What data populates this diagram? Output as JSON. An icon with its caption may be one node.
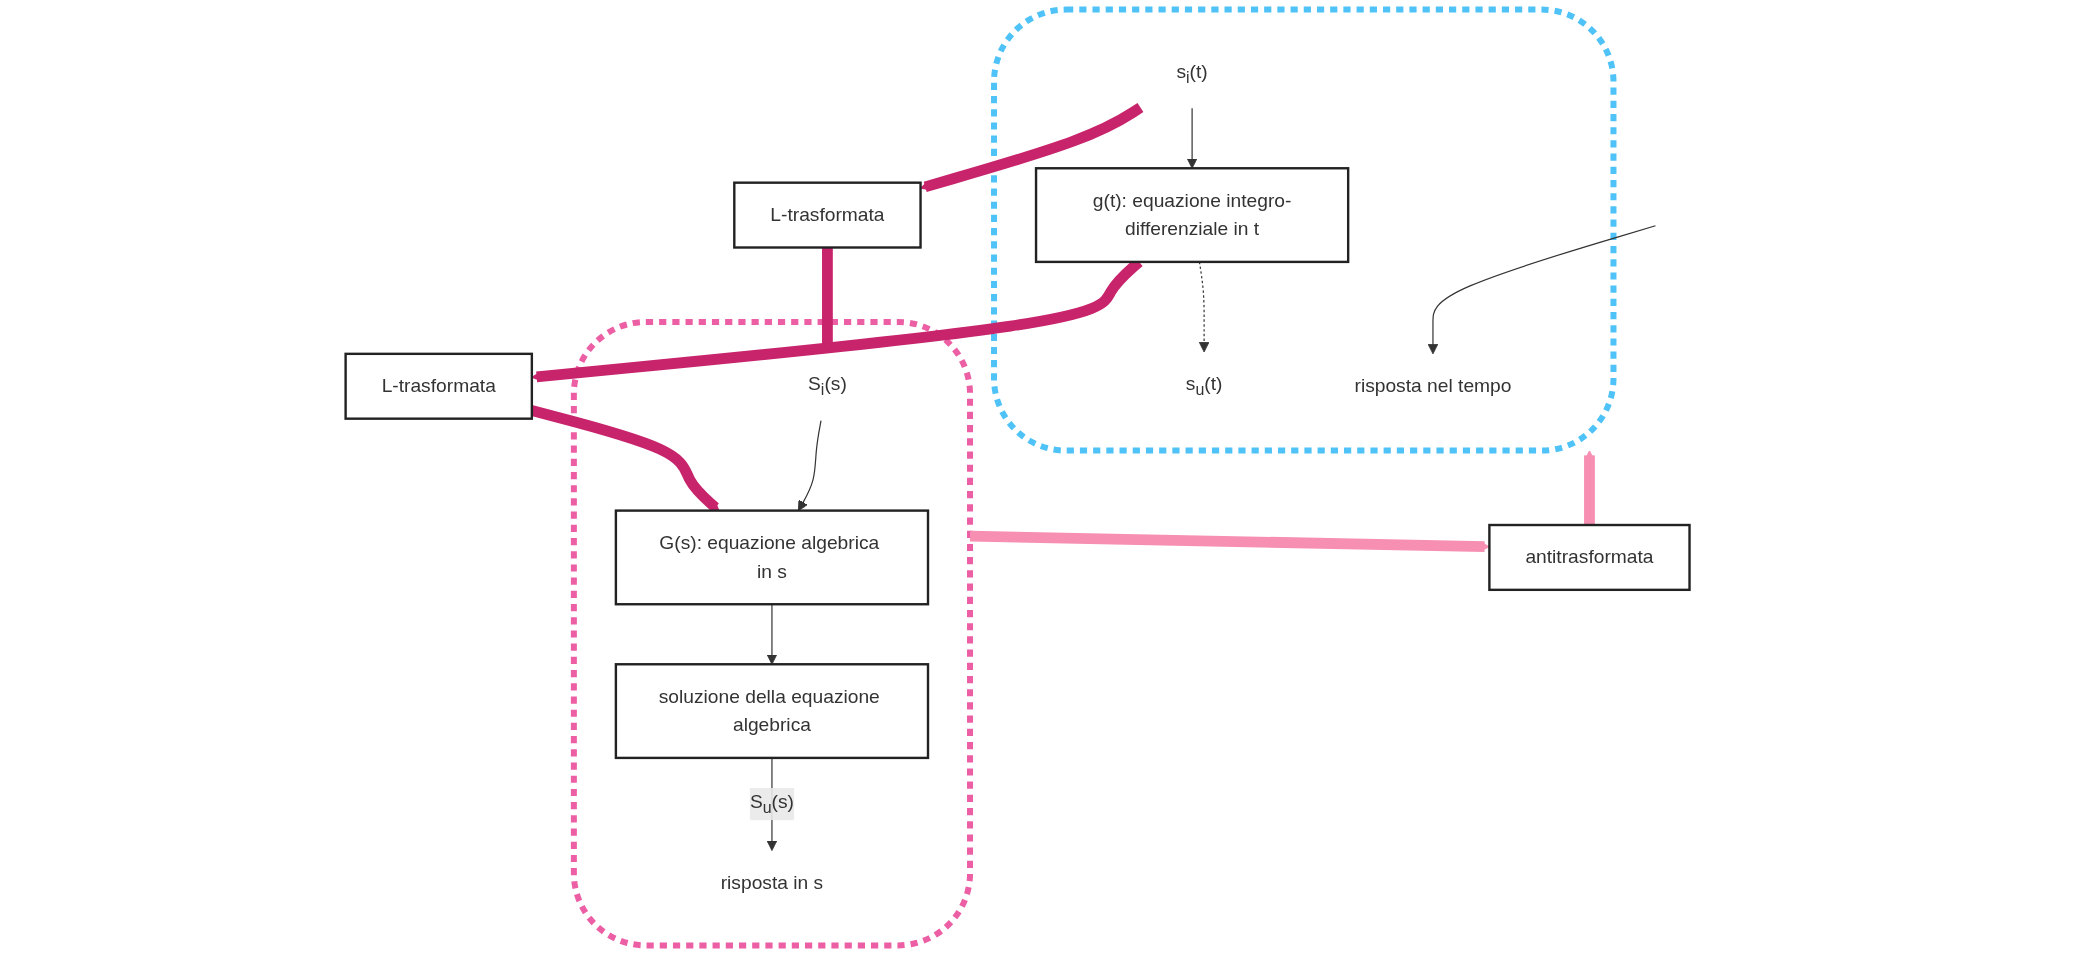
{
  "diagram": {
    "nodes": [
      {
        "text": [],
        "shape": "ellipse"
      },
      {
        "text": [
          "s$_{i}$(t)"
        ],
        "in": 0
      },
      {
        "text": [
          "g(t): equazione integro-differenziale in t"
        ],
        "in": 0
      },
      {
        "text": [
          "s$_{u}$(t)"
        ],
        "in": 0
      },
      {
        "text": [
          "risposta nel tempo"
        ],
        "in": 0
      },
      {
        "text": [
          "L-trasformata"
        ]
      },
      {
        "text": [
          "L-trasformata"
        ]
      },
      {
        "text": [
          "antitrasformata"
        ]
      },
      {
        "text": [],
        "shape": "ellipse"
      },
      {
        "text": [
          "S$_{i}$(s)"
        ],
        "in": 8
      },
      {
        "text": [
          "G(s): equazione algebrica in s"
        ],
        "in": 8
      },
      {
        "text": [
          "soluzione della equazione algebrica"
        ],
        "in": 8
      },
      {
        "text": [
          "risposta in s"
        ],
        "in": 8
      }
    ],
    "edges": [
      {
        "from": 1,
        "to": 2,
        "arrow": "to"
      },
      {
        "from": 2,
        "to": 3,
        "arrow": "to",
        "style": "dashed"
      },
      {
        "from": null,
        "to": 4,
        "arrow": "to"
      },
      {
        "from": 1,
        "to": 5,
        "arrow": "to",
        "style": "thick",
        "color": "#c8246c"
      },
      {
        "from": 2,
        "to": 6,
        "arrow": "to",
        "style": "thick",
        "color": "#c8246c"
      },
      {
        "from": 5,
        "to": 9,
        "arrow": "to",
        "style": "thick",
        "color": "#c8246c"
      },
      {
        "from": 6,
        "to": 10,
        "arrow": "to",
        "style": "thick",
        "color": "#c8246c"
      },
      {
        "from": 9,
        "to": 10,
        "arrow": "to"
      },
      {
        "from": 10,
        "to": 11,
        "arrow": "to"
      },
      {
        "from": 11,
        "to": 12,
        "arrow": "to",
        "label": "S$_{u}$(s)"
      },
      {
        "from": 8,
        "to": 7,
        "arrow": "to",
        "style": "thick",
        "color": "#f78fb3"
      },
      {
        "from": 7,
        "to": 0,
        "arrow": "to",
        "style": "thick",
        "color": "#f78fb3"
      }
    ]
  }
}
